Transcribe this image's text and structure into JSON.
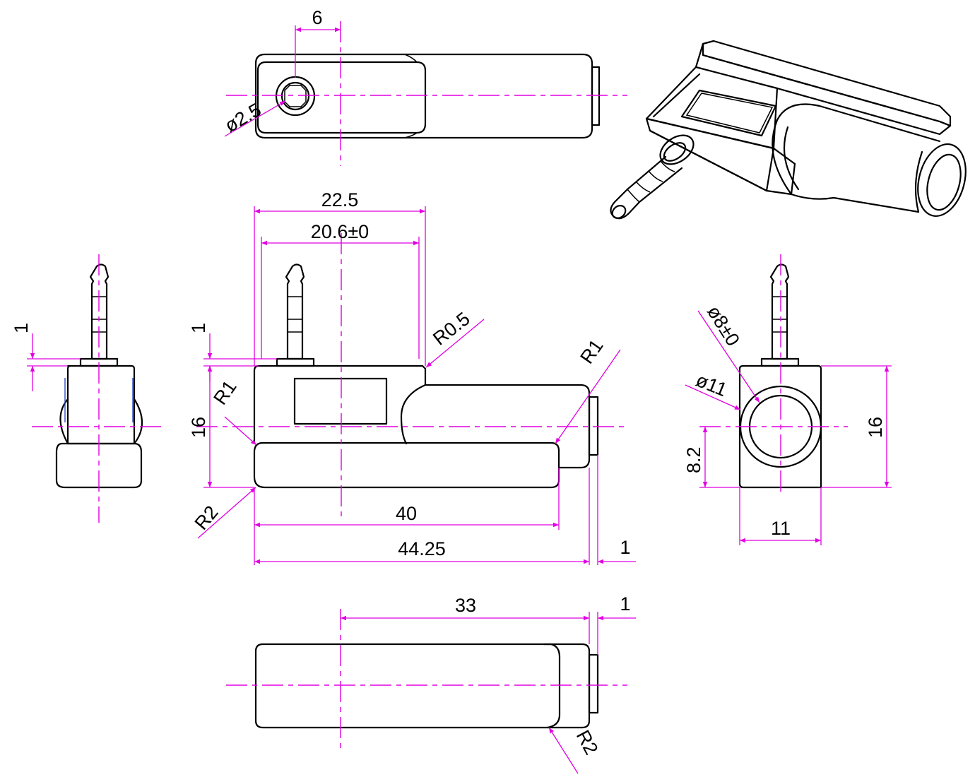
{
  "views": {
    "top": {
      "dim_6": "6",
      "dim_dia_2_5": "ø2.5"
    },
    "front": {
      "dim_22_5": "22.5",
      "dim_20_6": "20.6±0",
      "dim_r0_5": "R0.5",
      "dim_r1_top": "R1",
      "dim_r1_left": "R1",
      "dim_r2": "R2",
      "dim_1_top": "1",
      "dim_16": "16",
      "dim_40": "40",
      "dim_44_25": "44.25",
      "dim_1_right": "1"
    },
    "left": {
      "dim_1": "1"
    },
    "right": {
      "dim_dia_8": "ø8±0",
      "dim_dia_11": "ø11",
      "dim_16": "16",
      "dim_8_2": "8.2",
      "dim_11": "11"
    },
    "bottom": {
      "dim_33": "33",
      "dim_1": "1",
      "dim_r2": "R2"
    }
  },
  "colors": {
    "outline": "#000000",
    "dimension": "#e100e1",
    "hidden_edge": "#2040c0"
  }
}
